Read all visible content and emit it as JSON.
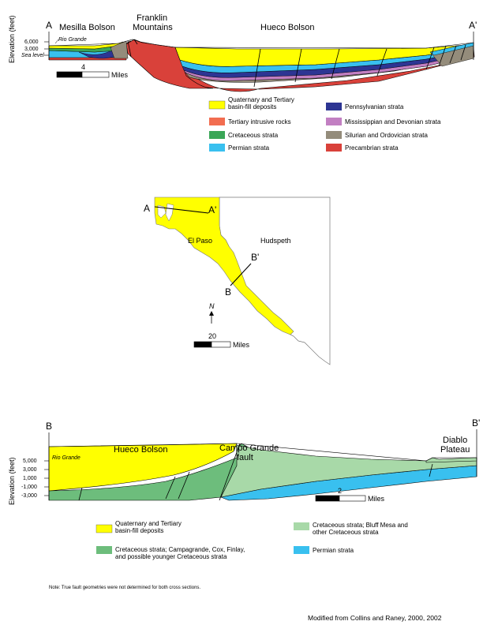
{
  "sectionA": {
    "left_letter": "A",
    "right_letter": "A'",
    "ylabel": "Elevation (feet)",
    "ticks": [
      "6,000",
      "3,000",
      "Sea level"
    ],
    "river": "Rio Grande",
    "regions": [
      "Mesilla Bolson",
      "Franklin",
      "Mountains",
      "Hueco Bolson"
    ],
    "scale_value": "4",
    "scale_unit": "Miles"
  },
  "legendA": [
    {
      "label": "Quaternary and Tertiary",
      "label2": "basin-fill deposits",
      "color": "#ffff00"
    },
    {
      "label": "Tertiary intrusive rocks",
      "color": "#f26d50"
    },
    {
      "label": "Cretaceous strata",
      "color": "#3aa657"
    },
    {
      "label": "Permian strata",
      "color": "#39c0ef"
    },
    {
      "label": "Pennsylvanian strata",
      "color": "#2d3593"
    },
    {
      "label": "Mississippian and Devonian strata",
      "color": "#c27fc2"
    },
    {
      "label": "Silurian and Ordovician strata",
      "color": "#948c7b"
    },
    {
      "label": "Precambrian strata",
      "color": "#d9413a"
    }
  ],
  "map": {
    "el_paso": "El Paso",
    "hudspeth": "Hudspeth",
    "A": "A",
    "A2": "A'",
    "B": "B",
    "B2": "B'",
    "north": "N",
    "scale_value": "20",
    "scale_unit": "Miles"
  },
  "sectionB": {
    "left_letter": "B",
    "right_letter": "B'",
    "ylabel": "Elevation (feet)",
    "ticks": [
      "5,000",
      "3,000",
      "1,000",
      "-1,000",
      "-3,000"
    ],
    "river": "Rio Grande",
    "region_left": "Hueco Bolson",
    "fault_1": "Campo Grande",
    "fault_2": "fault",
    "plateau_1": "Diablo",
    "plateau_2": "Plateau",
    "scale_value": "2",
    "scale_unit": "Miles"
  },
  "legendB": [
    {
      "label": "Quaternary and Tertiary",
      "label2": "basin-fill deposits",
      "color": "#ffff00"
    },
    {
      "label": "Cretaceous strata; Campagrande, Cox, Finlay,",
      "label2": "and possible younger Cretaceous strata",
      "color": "#6dbd7c"
    },
    {
      "label": "Cretaceous strata; Bluff Mesa and",
      "label2": "other Cretaceous strata",
      "color": "#a8d9a8"
    },
    {
      "label": "Permian strata",
      "color": "#39c0ef"
    }
  ],
  "note": "Note: True fault geometries were not determined for both cross sections.",
  "credit": "Modified from Collins and Raney, 2000, 2002"
}
